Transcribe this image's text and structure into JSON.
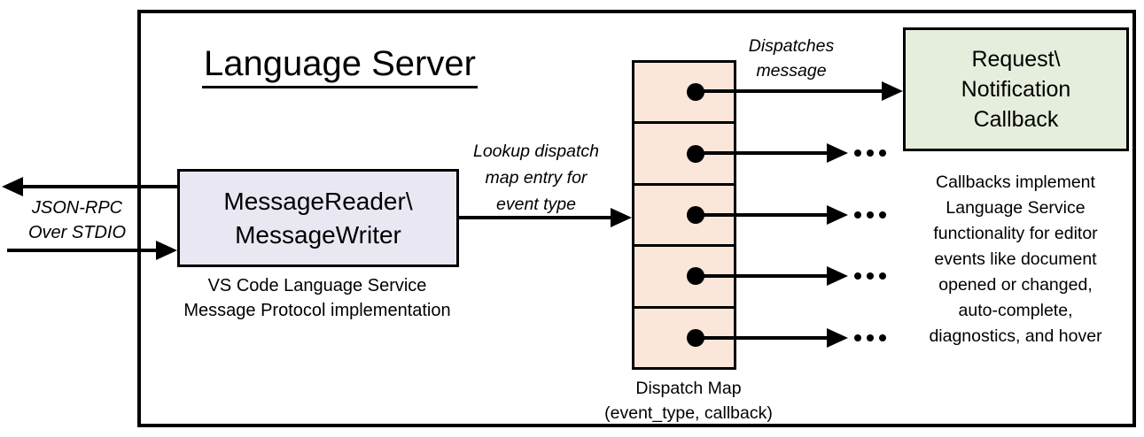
{
  "diagram": {
    "title": "Language Server",
    "io": {
      "line1": "JSON-RPC",
      "line2": "Over STDIO"
    },
    "reader": {
      "line1": "MessageReader\\",
      "line2": "MessageWriter",
      "caption1": "VS Code Language Service",
      "caption2": "Message Protocol implementation"
    },
    "lookup": {
      "line1": "Lookup dispatch",
      "line2": "map entry for",
      "line3": "event type"
    },
    "dispatches": {
      "line1": "Dispatches",
      "line2": "message"
    },
    "map": {
      "label1": "Dispatch Map",
      "label2": "(event_type, callback)",
      "row_count": 5
    },
    "callback": {
      "line1": "Request\\",
      "line2": "Notification",
      "line3": "Callback"
    },
    "callback_caption": [
      "Callbacks implement",
      "Language Service",
      "functionality for editor",
      "events like document",
      "opened or changed,",
      "auto-complete,",
      "diagnostics, and hover"
    ],
    "colors": {
      "reader_fill": "#E9E7F2",
      "map_fill": "#FAE7DA",
      "callback_fill": "#E5EEDC",
      "stroke": "#000000"
    }
  }
}
